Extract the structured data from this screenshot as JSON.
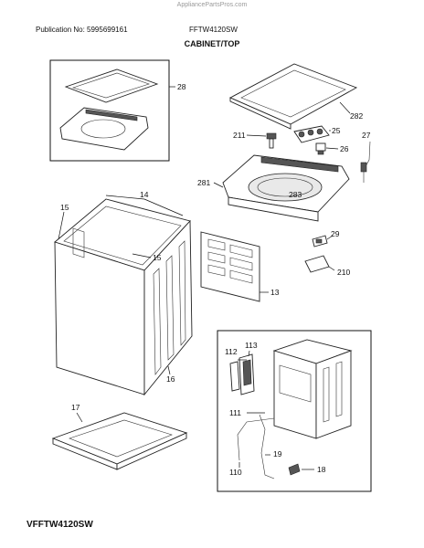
{
  "header": {
    "watermark": "AppliancePartsPros.com",
    "publication": "Publication No: 5995699161",
    "model": "FFTW4120SW",
    "section_title": "CABINET/TOP"
  },
  "footer": {
    "model_label": "VFFTW4120SW"
  },
  "callouts": {
    "c28": "28",
    "c282": "282",
    "c25": "25",
    "c211": "211",
    "c26": "26",
    "c27": "27",
    "c281": "281",
    "c283": "283",
    "c14": "14",
    "c15a": "15",
    "c15b": "15",
    "c29": "29",
    "c210": "210",
    "c13": "13",
    "c16": "16",
    "c17": "17",
    "c112": "112",
    "c113": "113",
    "c111": "111",
    "c19": "19",
    "c110": "110",
    "c18": "18"
  }
}
